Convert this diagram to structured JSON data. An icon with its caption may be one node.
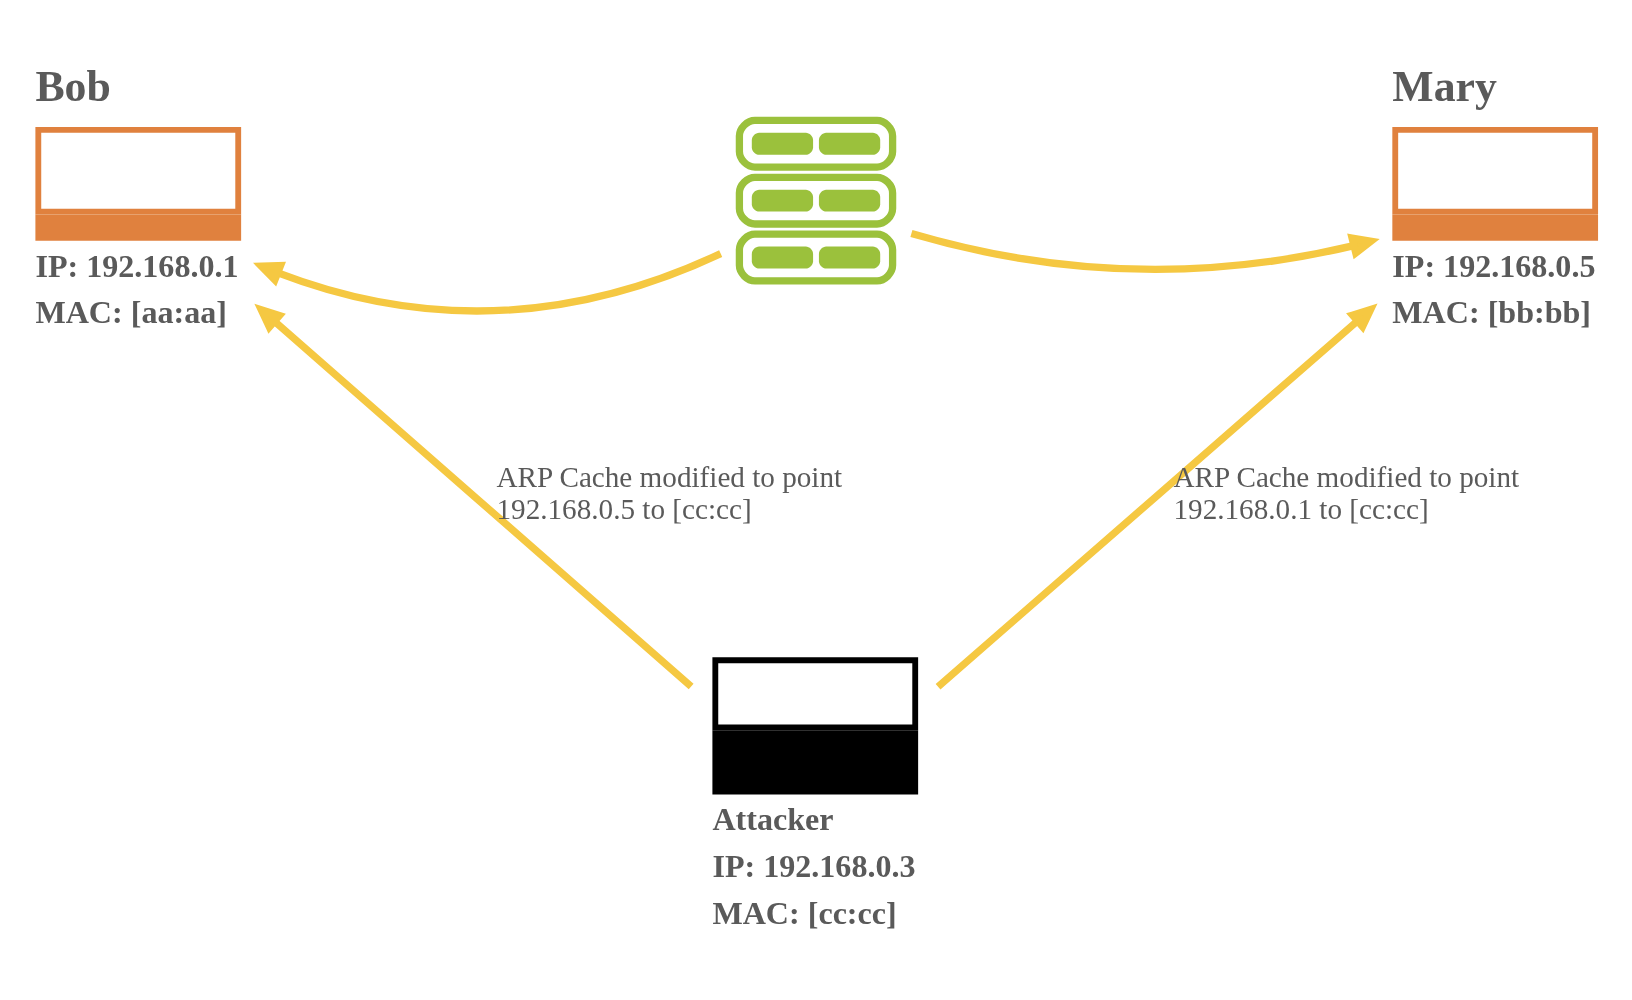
{
  "diagram": {
    "nodes": [
      {
        "text": [
          "Bob",
          "IP: 192.168.0.1",
          "MAC: [aa:aa]"
        ]
      },
      {
        "text": [],
        "shape": "server"
      },
      {
        "text": [
          "Mary",
          "IP: 192.168.0.5",
          "MAC: [bb:bb]"
        ]
      },
      {
        "text": [
          "Attacker",
          "IP: 192.168.0.3",
          "MAC: [cc:cc]"
        ]
      }
    ],
    "edges": [
      {
        "from": 1,
        "to": 0,
        "arrow": "to"
      },
      {
        "from": 1,
        "to": 2,
        "arrow": "to"
      },
      {
        "from": 3,
        "to": 0,
        "arrow": "to",
        "label": "ARP Cache modified to point 192.168.0.5 to [cc:cc]"
      },
      {
        "from": 3,
        "to": 2,
        "arrow": "to",
        "label": "ARP Cache modified to point 192.168.0.1 to [cc:cc]"
      }
    ]
  }
}
